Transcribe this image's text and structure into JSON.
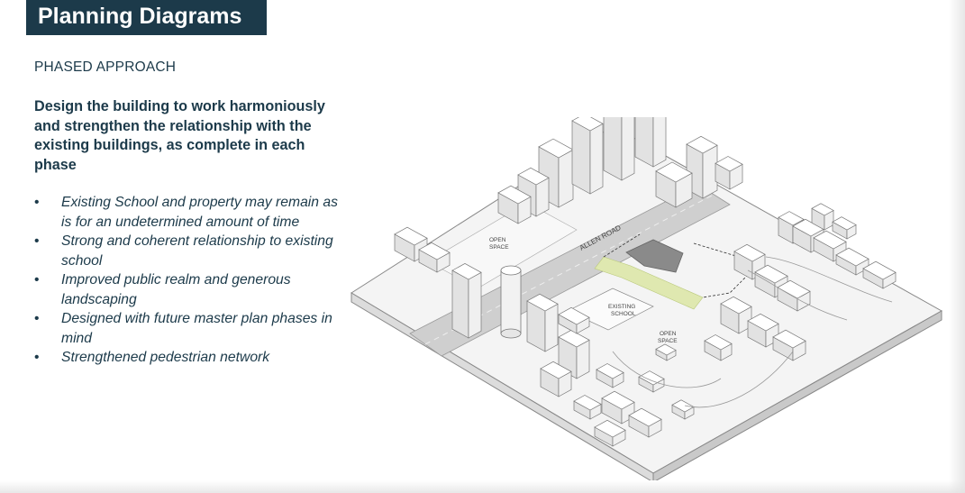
{
  "slide": {
    "title": "Planning Diagrams",
    "subtitle": "PHASED APPROACH",
    "intro": "Design the building to work harmoniously and strengthen the relationship with the existing buildings, as complete in each phase",
    "bullets": [
      "Existing School and property may remain as is for an undetermined amount of time",
      "Strong and coherent relationship to existing school",
      "Improved public realm and generous landscaping",
      "Designed with future master plan phases in mind",
      "Strengthened pedestrian network"
    ],
    "bullet_symbol": "•"
  },
  "diagram": {
    "labels": {
      "road": "ALLEN ROAD",
      "open_space_left_1": "OPEN",
      "open_space_left_2": "SPACE",
      "existing_school_1": "EXISTING",
      "existing_school_2": "SCHOOL",
      "open_space_right_1": "OPEN",
      "open_space_right_2": "SPACE"
    },
    "colors": {
      "ground": "#f4f4f4",
      "building_top": "#ffffff",
      "building_side": "#e2e2e2",
      "road": "#cfcfcf",
      "site_highlight": "#dfe8b0",
      "proposed_building": "#8a8a8a",
      "title_bg": "#1c3a4a"
    }
  }
}
